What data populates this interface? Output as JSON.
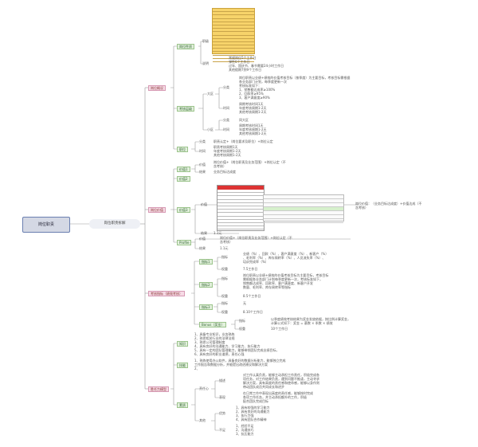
{
  "root": "岗位职责",
  "center": "岗位职责拆解",
  "branches": {
    "b1": "岗位概况",
    "b2": "岗位价值",
    "b3": "考核指标（绩效考核）",
    "b4": "胜任力模型"
  },
  "b1": {
    "c1": "岗位性质",
    "c1a": "职级",
    "c1b": "说明",
    "c1b_text": [
      "常规岗位5个工作日",
      "弹性6个工作日",
      "过年、国庆节、春节需要24小时工作日",
      "其他假期7到9个工作日"
    ],
    "c2": "考核层级",
    "c2a": "大区",
    "c2a1": "分类",
    "c2a1_text": [
      "岗位职责以业绩+绩效的价值考核目标（按季度）为主要目标，考核目标需根据",
      "各业务部门计划，每季度更新一次",
      "考核标准如下：",
      "1、销售额达成率≥100%",
      "2、回款率≥95%",
      "3、客户满意度≥90%"
    ],
    "c2a2": "时间",
    "c2a2_text": [
      "周期考核时间1天",
      "年度考核周期1-2天",
      "其他考核周期1-2天"
    ],
    "c2b": "小区",
    "c2b1": "分类",
    "c2b1_text": "同大区",
    "c2b2": "时间",
    "c2b2_text": [
      "周期考核时间1天",
      "年度考核周期1-2天",
      "其他考核周期1-2天"
    ],
    "c3": "职位",
    "c3a": "分类",
    "c3a_text": "职责认定+（岗位要求及职位）+岗位认定",
    "c3b": "时间",
    "c3b_text": [
      "职责考核周期1天",
      "年度考核周期1-2天",
      "其他考核周期1-2天"
    ]
  },
  "b2": {
    "c1": "价值1",
    "c1a": "价值",
    "c1a_text": [
      "岗位价值+（岗位职责及业务范围）+岗位认定（不",
      "含考核）"
    ],
    "c1b": "结果",
    "c1b_text": "业务目标达成度",
    "c2": "价值2",
    "c3": "价值3",
    "c3a": "价值",
    "c3b": "结果",
    "c3b_text": "1.1元",
    "c3_side": [
      "岗位价值：（业务目标达成度）+价值达成（不",
      "含考核）"
    ],
    "c4": "Profile",
    "c4a": "价值",
    "c4a_text": [
      "岗位价值+（岗位职责及业务范围）+岗位认定（不",
      "含考核）"
    ],
    "c4b": "结果",
    "c4b_text": "1.1元"
  },
  "b3": {
    "c1": "指标1",
    "c1a": "指标",
    "c1a_text": [
      "业绩（%）、回款（%）、客户满意度（%）、新客户（%）",
      "、毛利率（%）、库存周转率（%）、人员流失率（%）、",
      "培训完成率（%）"
    ],
    "c1b": "权重",
    "c1b_text": "7.5工作日",
    "c2": "指标2",
    "c2a": "指标",
    "c2a_text": [
      "岗位职责以业绩+绩效的价值考核目标为主要目标，考核目标",
      "需根据各业务部门计划每季度更新一次，考核标准如下，",
      "销售额达成率、回款率、客户满意度、新客户开发",
      "数量、毛利率、库存周转率等指标"
    ],
    "c2b": "权重",
    "c2b_text": "8.5个工作日",
    "c3": "指标3",
    "c3a": "指标",
    "c3a_text": "无",
    "c3b": "权重",
    "c3b_text": "8.10个工作日",
    "c4": "Bonus（奖金）",
    "c4a": "指标",
    "c4a_text": [
      "以季度绩效考核结果为奖金发放依据，按比例计算奖金，",
      "计算公式如下：奖金 = 基数 × 系数 × 绩效"
    ],
    "c4b": "权重",
    "c4b_text": "10个工作日"
  },
  "b4": {
    "c1": "知识",
    "c1_text": [
      "1、具备专业知识，业务熟练",
      "2、熟悉相关行业的法律法规",
      "3、熟悉公司管理制度",
      "4、具有良好的沟通能力、学习能力、执行能力",
      "5、具有一定的团队管理能力，能够带领团队完成业绩目标，",
      "6、具有良好的职业道德，责任心强"
    ],
    "c2": "技能",
    "c2_text": [
      "1、熟练使用办公软件，具备良好的数据分析能力，能够独立完成",
      "工作报告和数据分析，并能提出改进建议和解决方案",
      "2、"
    ],
    "c3": "素质",
    "c3a": "责任心",
    "c3a1": "描述",
    "c3a1_text": [
      "对工作认真负责，能够主动承担工作责任，积极完成各",
      "项任务，对工作结果负责，遇到问题不推诿，主动寻求",
      "解决方案，具有高度的责任感和使命感，能够以身作则",
      "带动团队成员共同成长和进步"
    ],
    "c3a2": "表现",
    "c3a2_text": [
      "在日常工作中表现出高度的责任感，能够按时完成",
      "各项工作任务，并主动承担额外的工作，积极",
      "配合团队完成目标"
    ],
    "c3b": "其他",
    "c3b1": "优势",
    "c3b1_text": [
      "1、具有较强的学习能力",
      "2、具有良好的沟通能力",
      "3、执行力强",
      "4、具有团队合作精神"
    ],
    "c3b2": "不足",
    "c3b2_text": [
      "1、经验不足",
      "2、沟通技巧",
      "3、抗压能力"
    ]
  }
}
